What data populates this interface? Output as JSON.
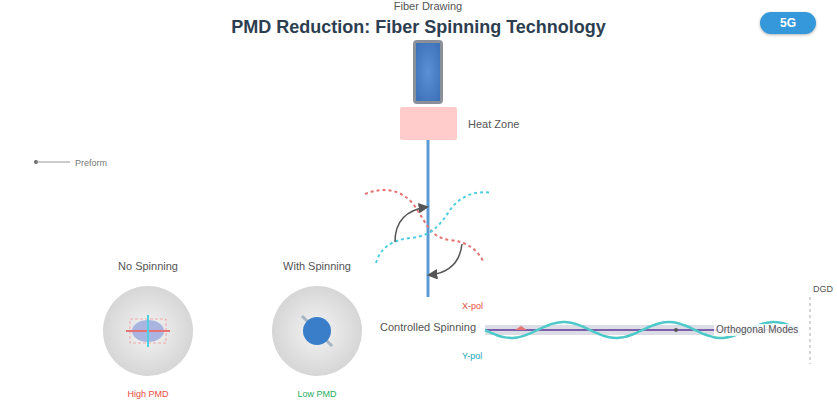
{
  "diagram": {
    "title": "PMD Reduction: Fiber Spinning Technology",
    "nodes": [
      {
        "text": [
          "5G"
        ]
      },
      {
        "text": [
          "Fiber Drawing"
        ]
      },
      {
        "text": [
          "Heat Zone"
        ]
      },
      {
        "text": [
          "No Spinning",
          "High PMD"
        ]
      },
      {
        "text": [
          "With Spinning",
          "Low PMD"
        ]
      }
    ],
    "labels": [
      "Preform",
      "X-pol",
      "Controlled Spinning",
      "Orthogonal Modes",
      "Y-pol",
      "DGD"
    ]
  }
}
